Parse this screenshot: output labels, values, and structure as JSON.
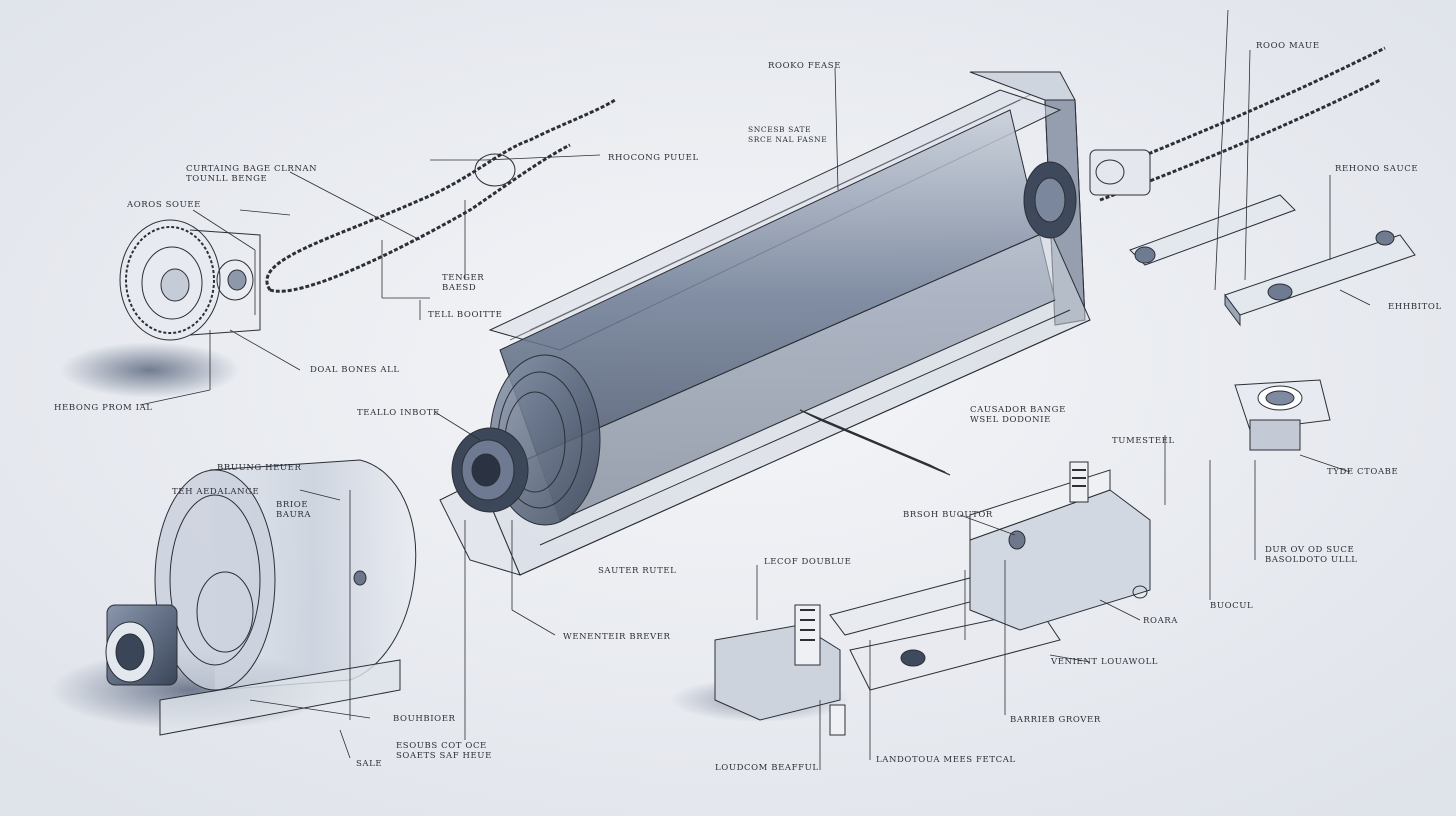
{
  "colors": {
    "background": "#e9ecf0",
    "line": "#2c2f36",
    "body_fill": "#5f6d84",
    "shadow": "#4a5872"
  },
  "labels": {
    "roko_fease": "ROOKO FEASE",
    "roo_maue": "ROOO MAUE",
    "sncesb": "SNCESB SATE\nSRCE NAL FASNE",
    "curtain": "CURTAING BAGE CLRNAN\nTOUNLL BENGE",
    "aore_souee": "AOROS SOUEE",
    "rhocong_puuel": "RHOCONG PUUEL",
    "tenger": "TENGER\nBAESD",
    "tell_booitte": "TELL BOOITTE",
    "dolk_bones": "DOAL BONES ALL",
    "hebong_pror": "HEBONG PROM IAL",
    "rehono_sauce": "REHONO SAUCE",
    "ehhbitol": "EHHBITOL",
    "teallo_inbote": "TEALLO INBOTE",
    "causador": "CAUSADOR BANGE\nWSEL DODONIE",
    "tumesteel": "TUMESTEEL",
    "tyde_ctoabe": "TYDE CTOABE",
    "bruung_heuer": "BRUUNG HEUER",
    "teh_afdalange": "TEH AEDALANGE",
    "brioe_baura": "BRIOE\nBAURA",
    "brsoh_buoutor": "BRSOH BUOUTOR",
    "dur_ovd": "DUR OV OD SUCE\nBASOLDOTO ULLL",
    "buocul": "BUOCUL",
    "sauter_rutel": "SAUTER RUTEL",
    "lecof_doubue": "LECOF DOUBLUE",
    "roara": "ROARA",
    "wenenteir": "WENENTEIR BREVER",
    "venient": "VENIENT LOUAWOLL",
    "bouhbioer": "BOUHBIOER",
    "barrieb": "BARRIEB GROVER",
    "esoubs": "ESOUBS COT OCE\nSOAETS SAF HEUE",
    "sale": "SALE",
    "loudcom": "LOUDCOM BEAFFUL",
    "lando": "LANDOTOUA MEES FETCAL"
  }
}
